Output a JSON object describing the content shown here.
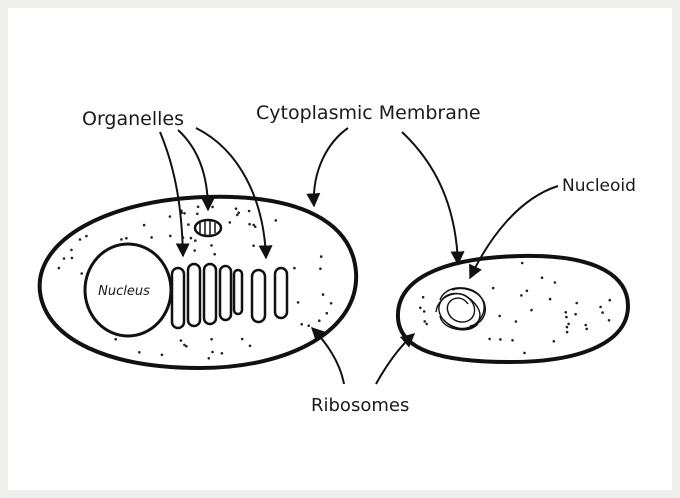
{
  "labels": {
    "organelles": "Organelles",
    "membrane": "Cytoplasmic Membrane",
    "nucleoid": "Nucleoid",
    "nucleus": "Nucleus",
    "ribosomes": "Ribosomes"
  },
  "colors": {
    "ink": "#111111",
    "background": "#efefed",
    "panel": "#ffffff"
  }
}
